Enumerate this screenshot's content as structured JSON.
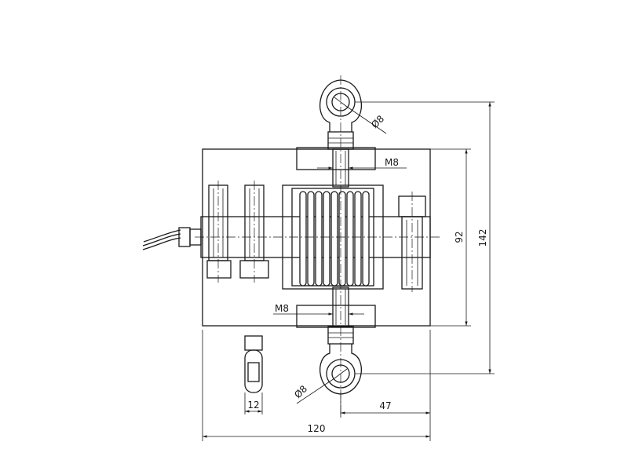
{
  "dimensions": {
    "overall_width": "120",
    "body_height": "92",
    "overall_height": "142",
    "rod_end_offset": "47",
    "eye_thickness": "12",
    "thread_top": "M8",
    "thread_bottom": "M8",
    "eye_bore_top": "Ø8",
    "eye_bore_bottom": "Ø8"
  }
}
